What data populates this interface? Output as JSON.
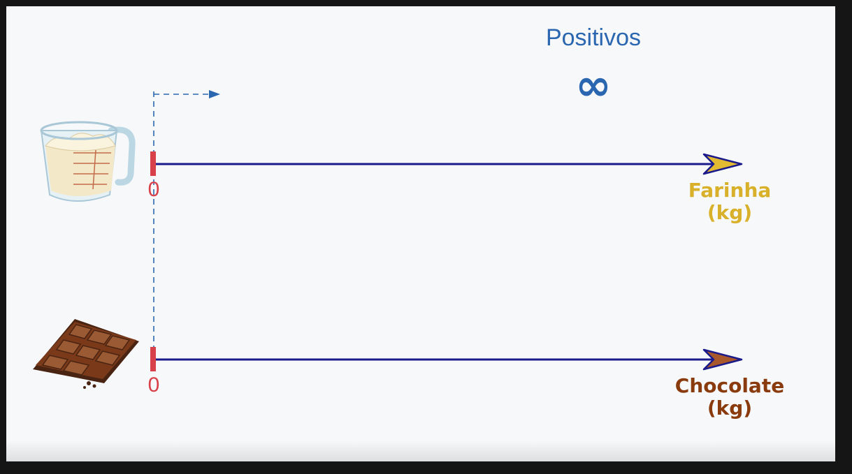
{
  "header": {
    "positivos_label": "Positivos",
    "infinity_symbol": "∞"
  },
  "axes": [
    {
      "name": "Farinha",
      "unit": "(kg)",
      "zero_label": "0",
      "color": "#d8b02a",
      "icon": "measuring-cup-icon"
    },
    {
      "name": "Chocolate",
      "unit": "(kg)",
      "zero_label": "0",
      "color": "#8a3b0e",
      "icon": "chocolate-bar-icon"
    }
  ],
  "colors": {
    "accent_blue": "#2b67b0",
    "axis_line": "#1a1a8a",
    "zero_marker": "#d8404a"
  }
}
